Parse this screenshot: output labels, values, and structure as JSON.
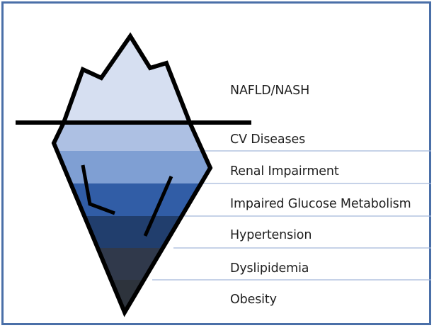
{
  "layers": [
    {
      "label": "NAFLD/NASH",
      "color": "#d6dff1"
    },
    {
      "label": "CV Diseases",
      "color": "#adc0e3"
    },
    {
      "label": "Renal Impairment",
      "color": "#7f9fd3"
    },
    {
      "label": "Impaired Glucose Metabolism",
      "color": "#315da6"
    },
    {
      "label": "Hypertension",
      "color": "#213e6d"
    },
    {
      "label": "Dyslipidemia",
      "color": "#30394b"
    },
    {
      "label": "Obesity",
      "color": "#2d333c"
    }
  ],
  "colors": {
    "frame_border": "#4a6fa8",
    "divider_lines": "#a4b8da",
    "outline": "#000000"
  }
}
